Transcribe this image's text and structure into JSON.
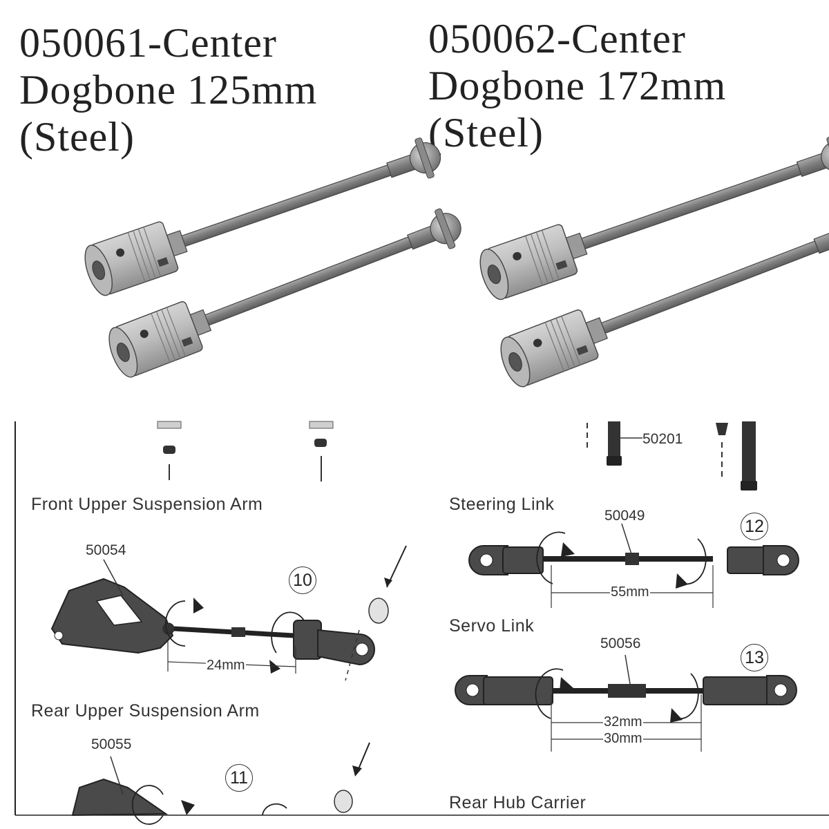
{
  "products": [
    {
      "title_lines": [
        "050061-Center",
        "Dogbone 125mm",
        "(Steel)"
      ]
    },
    {
      "title_lines": [
        "050062-Center",
        "Dogbone 172mm",
        "(Steel)"
      ]
    }
  ],
  "diagram": {
    "labels": {
      "front_upper_arm": "Front  Upper Suspension Arm",
      "rear_upper_arm": "Rear Upper Suspension Arm",
      "steering_link": "Steering Link",
      "servo_link": "Servo Link",
      "rear_hub_carrier": "Rear Hub Carrier"
    },
    "part_numbers": {
      "p50201": "50201",
      "p50054": "50054",
      "p50055": "50055",
      "p50049": "50049",
      "p50056": "50056"
    },
    "steps": {
      "s10": "10",
      "s11": "11",
      "s12": "12",
      "s13": "13"
    },
    "dimensions": {
      "front_arm_length": "24mm",
      "steering_link_length": "55mm",
      "servo_link_length_a": "32mm",
      "servo_link_length_b": "30mm"
    }
  }
}
